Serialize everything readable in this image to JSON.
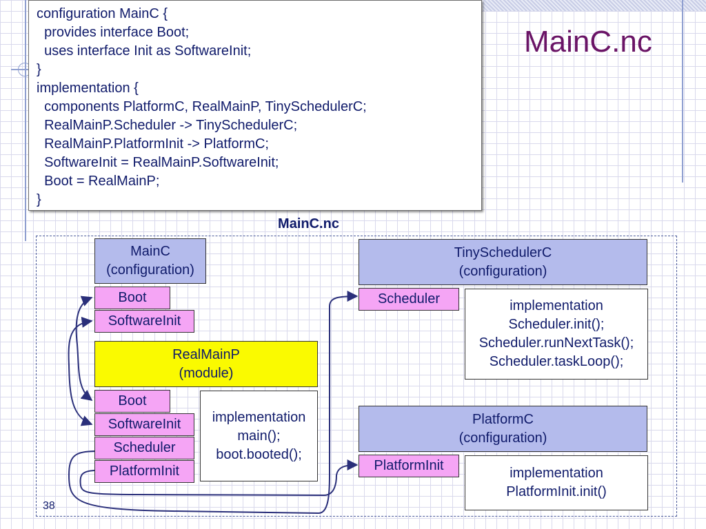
{
  "slide": {
    "title": "MainC.nc",
    "page_number": "38"
  },
  "code": {
    "lines": [
      "configuration MainC {",
      "  provides interface Boot;",
      "  uses interface Init as SoftwareInit;",
      "}",
      "implementation {",
      "  components PlatformC, RealMainP, TinySchedulerC;",
      "  RealMainP.Scheduler -> TinySchedulerC;",
      "  RealMainP.PlatformInit -> PlatformC;",
      "  SoftwareInit = RealMainP.SoftwareInit;",
      "  Boot = RealMainP;",
      "}"
    ]
  },
  "diagram": {
    "title": "MainC.nc",
    "mainc": {
      "line1": "MainC",
      "line2": "(configuration)",
      "boot": "Boot",
      "softwareinit": "SoftwareInit"
    },
    "realmainp": {
      "line1": "RealMainP",
      "line2": "(module)",
      "boot": "Boot",
      "softwareinit": "SoftwareInit",
      "scheduler": "Scheduler",
      "platforminit": "PlatformInit",
      "impl": [
        "implementation",
        "main();",
        "boot.booted();"
      ]
    },
    "tinyschedulerc": {
      "line1": "TinySchedulerC",
      "line2": "(configuration)",
      "scheduler": "Scheduler",
      "impl": [
        "implementation",
        "Scheduler.init();",
        "Scheduler.runNextTask();",
        "Scheduler.taskLoop();"
      ]
    },
    "platformc": {
      "line1": "PlatformC",
      "line2": "(configuration)",
      "platforminit": "PlatformInit",
      "impl": [
        "implementation",
        "PlatformInit.init()"
      ]
    }
  }
}
